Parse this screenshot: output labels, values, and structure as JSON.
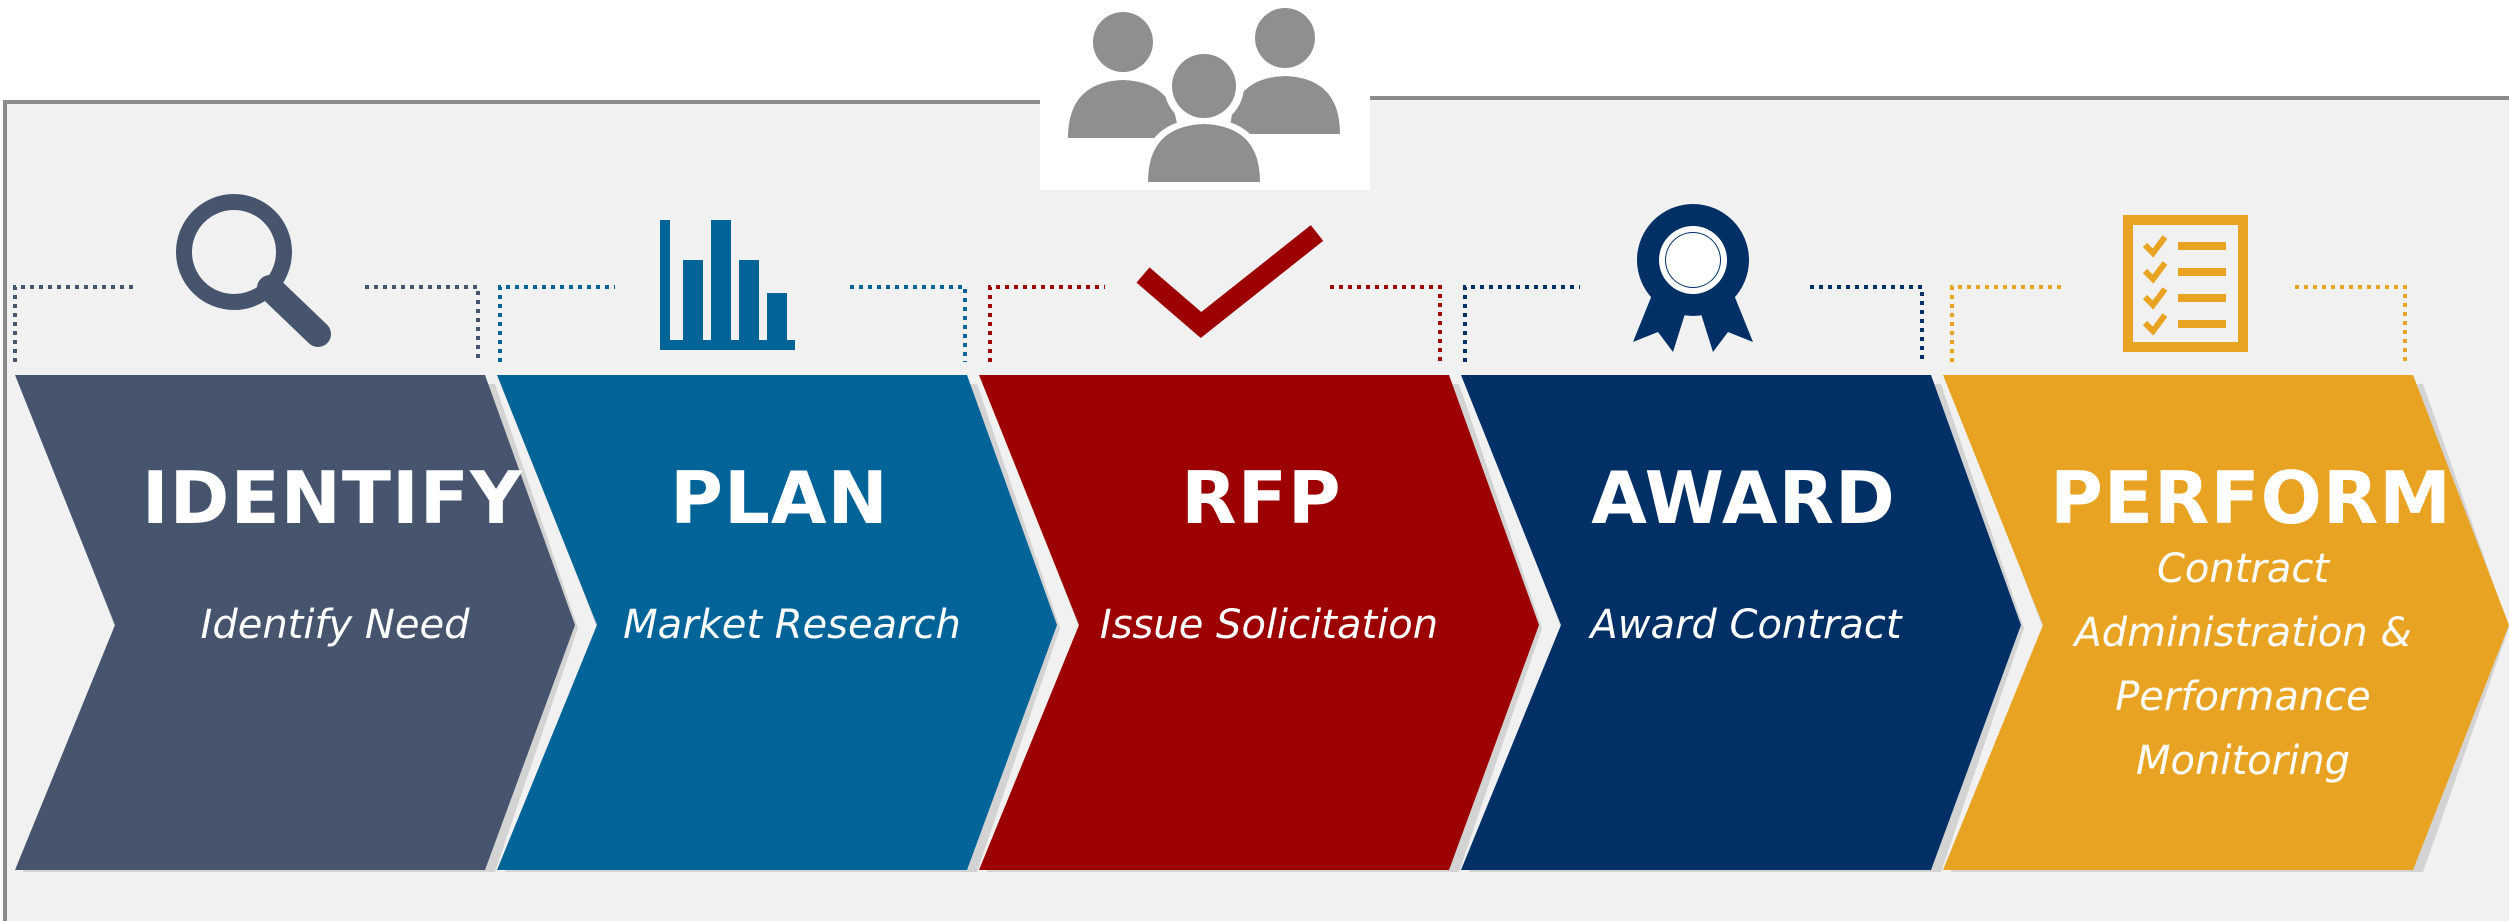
{
  "colors": {
    "identify": "#46556d",
    "plan": "#006499",
    "rfp": "#9c0000",
    "award": "#003065",
    "perform": "#e9a323",
    "icon_gray": "#8f8f8f",
    "background": "#f1f1f1"
  },
  "icons": {
    "top": "people-group-icon",
    "identify": "magnifier-icon",
    "plan": "bar-chart-icon",
    "rfp": "checkmark-icon",
    "award": "ribbon-award-icon",
    "perform": "checklist-icon"
  },
  "steps": [
    {
      "key": "identify",
      "title": "IDENTIFY",
      "subtitle": "Identify Need"
    },
    {
      "key": "plan",
      "title": "PLAN",
      "subtitle": "Market Research"
    },
    {
      "key": "rfp",
      "title": "RFP",
      "subtitle": "Issue Solicitation"
    },
    {
      "key": "award",
      "title": "AWARD",
      "subtitle": "Award Contract"
    },
    {
      "key": "perform",
      "title": "PERFORM",
      "subtitle_lines": [
        "Contract",
        "Administration &",
        "Performance",
        "Monitoring"
      ]
    }
  ]
}
